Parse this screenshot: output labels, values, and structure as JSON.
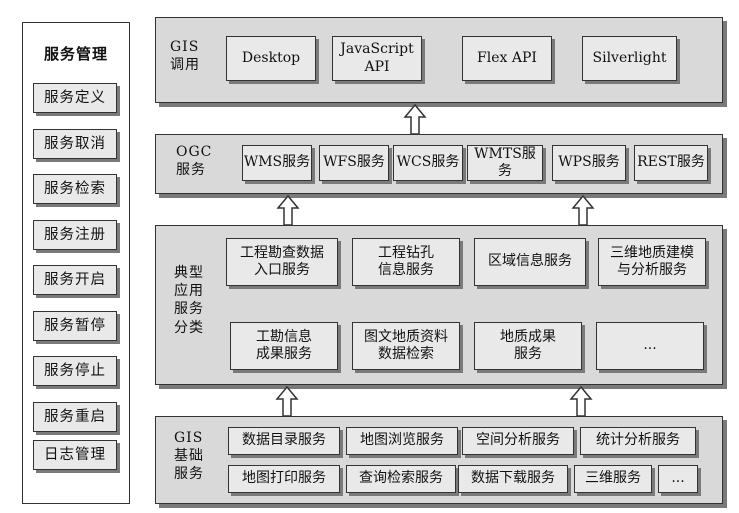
{
  "sidebar": {
    "title": "服务管理",
    "items": [
      "服务定义",
      "服务取消",
      "服务检索",
      "服务注册",
      "服务开启",
      "服务暂停",
      "服务停止",
      "服务重启",
      "日志管理"
    ]
  },
  "gis_call": {
    "label": "GIS\n调用",
    "items": [
      "Desktop",
      "JavaScript\nAPI",
      "Flex API",
      "Silverlight"
    ]
  },
  "ogc": {
    "label": "OGC\n服务",
    "items": [
      "WMS服务",
      "WFS服务",
      "WCS服务",
      "WMTS服务",
      "WPS服务",
      "REST服务"
    ]
  },
  "typical": {
    "label": "典型\n应用\n服务\n分类",
    "row1": [
      "工程勘查数据\n入口服务",
      "工程钻孔\n信息服务",
      "区域信息服务",
      "三维地质建模\n与分析服务"
    ],
    "row2": [
      "工勘信息\n成果服务",
      "图文地质资料\n数据检索",
      "地质成果\n服务",
      "..."
    ]
  },
  "basic": {
    "label": "GIS\n基础\n服务",
    "row1": [
      "数据目录服务",
      "地图浏览服务",
      "空间分析服务",
      "统计分析服务"
    ],
    "row2": [
      "地图打印服务",
      "查询检索服务",
      "数据下载服务",
      "三维服务",
      "..."
    ]
  }
}
